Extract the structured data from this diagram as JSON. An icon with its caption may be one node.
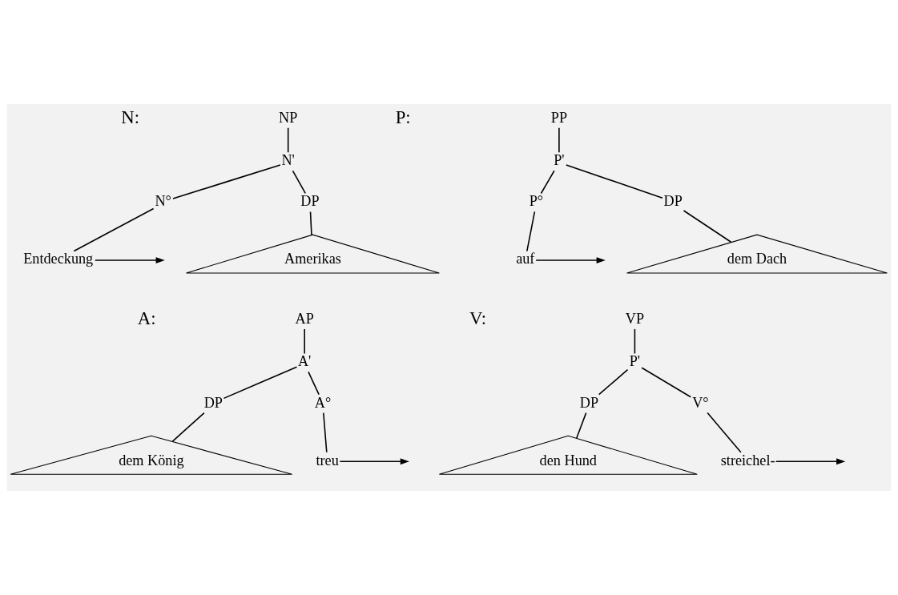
{
  "diagram": {
    "nodes": [
      {
        "text": [
          "NP"
        ]
      },
      {
        "text": [
          "N'"
        ]
      },
      {
        "text": [
          "N°"
        ]
      },
      {
        "text": [
          "DP"
        ]
      },
      {
        "text": [
          "Entdeckung"
        ]
      },
      {
        "text": [
          "Amerikas"
        ]
      },
      {
        "text": [
          "PP"
        ]
      },
      {
        "text": [
          "P'"
        ]
      },
      {
        "text": [
          "P°"
        ]
      },
      {
        "text": [
          "DP"
        ]
      },
      {
        "text": [
          "auf"
        ]
      },
      {
        "text": [
          "dem Dach"
        ]
      },
      {
        "text": [
          "AP"
        ]
      },
      {
        "text": [
          "A'"
        ]
      },
      {
        "text": [
          "DP"
        ]
      },
      {
        "text": [
          "A°"
        ]
      },
      {
        "text": [
          "dem König"
        ]
      },
      {
        "text": [
          "treu"
        ]
      },
      {
        "text": [
          "VP"
        ]
      },
      {
        "text": [
          "P'"
        ]
      },
      {
        "text": [
          "DP"
        ]
      },
      {
        "text": [
          "V°"
        ]
      },
      {
        "text": [
          "den Hund"
        ]
      },
      {
        "text": [
          "streichel-"
        ]
      }
    ],
    "edges": [
      {
        "from": 0,
        "to": 1,
        "arrow": "none"
      },
      {
        "from": 1,
        "to": 2,
        "arrow": "none"
      },
      {
        "from": 1,
        "to": 3,
        "arrow": "none"
      },
      {
        "from": 2,
        "to": 4,
        "arrow": "none"
      },
      {
        "from": 3,
        "to": 5,
        "arrow": "none"
      },
      {
        "from": 4,
        "to": null,
        "arrow": "to"
      },
      {
        "from": 6,
        "to": 7,
        "arrow": "none"
      },
      {
        "from": 7,
        "to": 8,
        "arrow": "none"
      },
      {
        "from": 7,
        "to": 9,
        "arrow": "none"
      },
      {
        "from": 8,
        "to": 10,
        "arrow": "none"
      },
      {
        "from": 9,
        "to": 11,
        "arrow": "none"
      },
      {
        "from": 10,
        "to": null,
        "arrow": "to"
      },
      {
        "from": 12,
        "to": 13,
        "arrow": "none"
      },
      {
        "from": 13,
        "to": 14,
        "arrow": "none"
      },
      {
        "from": 13,
        "to": 15,
        "arrow": "none"
      },
      {
        "from": 14,
        "to": 16,
        "arrow": "none"
      },
      {
        "from": 15,
        "to": 17,
        "arrow": "none"
      },
      {
        "from": 17,
        "to": null,
        "arrow": "to"
      },
      {
        "from": 18,
        "to": 19,
        "arrow": "none"
      },
      {
        "from": 19,
        "to": 20,
        "arrow": "none"
      },
      {
        "from": 19,
        "to": 21,
        "arrow": "none"
      },
      {
        "from": 20,
        "to": 22,
        "arrow": "none"
      },
      {
        "from": 21,
        "to": 23,
        "arrow": "none"
      },
      {
        "from": 23,
        "to": null,
        "arrow": "to"
      }
    ],
    "labels": [
      "N:",
      "P:",
      "A:",
      "V:"
    ]
  }
}
